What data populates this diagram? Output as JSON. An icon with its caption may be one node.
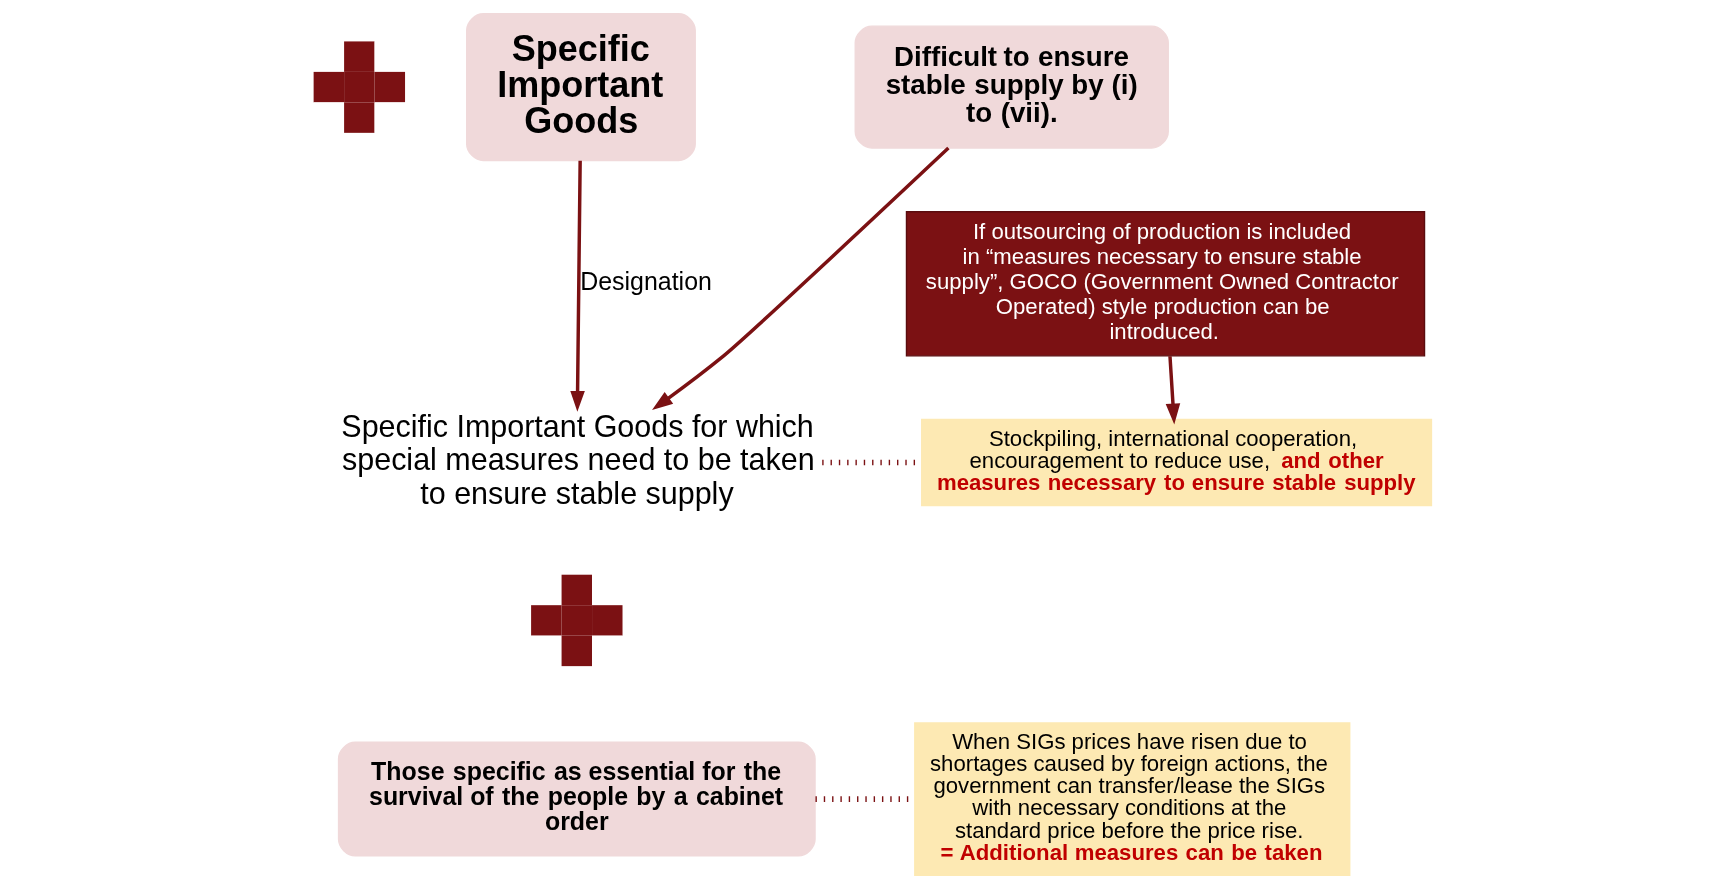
{
  "diagram": {
    "nodes": [
      {
        "text": [
          "Specific Important Goods"
        ]
      },
      {
        "text": [],
        "shape": "plus"
      },
      {
        "text": [
          "Difficult to ensure stable supply by (i) to (vii)."
        ]
      },
      {
        "text": [
          "If outsourcing of production is included in “measures necessary to ensure stable supply”, GOCO (Government Owned Contractor Operated) style production can be introduced."
        ]
      },
      {
        "text": [
          "Specific Important Goods for which special measures need to be taken to ensure stable supply"
        ]
      },
      {
        "text": [
          "Stockpiling, international cooperation, encouragement to reduce use, **and other measures necessary to ensure stable supply**"
        ]
      },
      {
        "text": [],
        "shape": "plus"
      },
      {
        "text": [
          "Those specific as essential for the survival of the people by a cabinet order"
        ]
      },
      {
        "text": [
          "When SIGs prices have risen due to shortages caused by foreign actions, the government can transfer/lease the SIGs with necessary conditions at the standard price before the price rise.",
          "**= Additional measures can be taken**"
        ]
      }
    ],
    "edges": [
      {
        "from": 0,
        "to": 4,
        "arrow": "to",
        "label": "Designation",
        "color": "#7b1113"
      },
      {
        "from": 2,
        "to": 4,
        "arrow": "to",
        "color": "#7b1113"
      },
      {
        "from": 3,
        "to": 5,
        "arrow": "to",
        "color": "#7b1113"
      },
      {
        "from": 4,
        "to": 5,
        "arrow": "none",
        "style": "dashed",
        "color": "#7b1113"
      },
      {
        "from": 7,
        "to": 8,
        "arrow": "none",
        "style": "dashed",
        "color": "#7b1113"
      }
    ]
  }
}
